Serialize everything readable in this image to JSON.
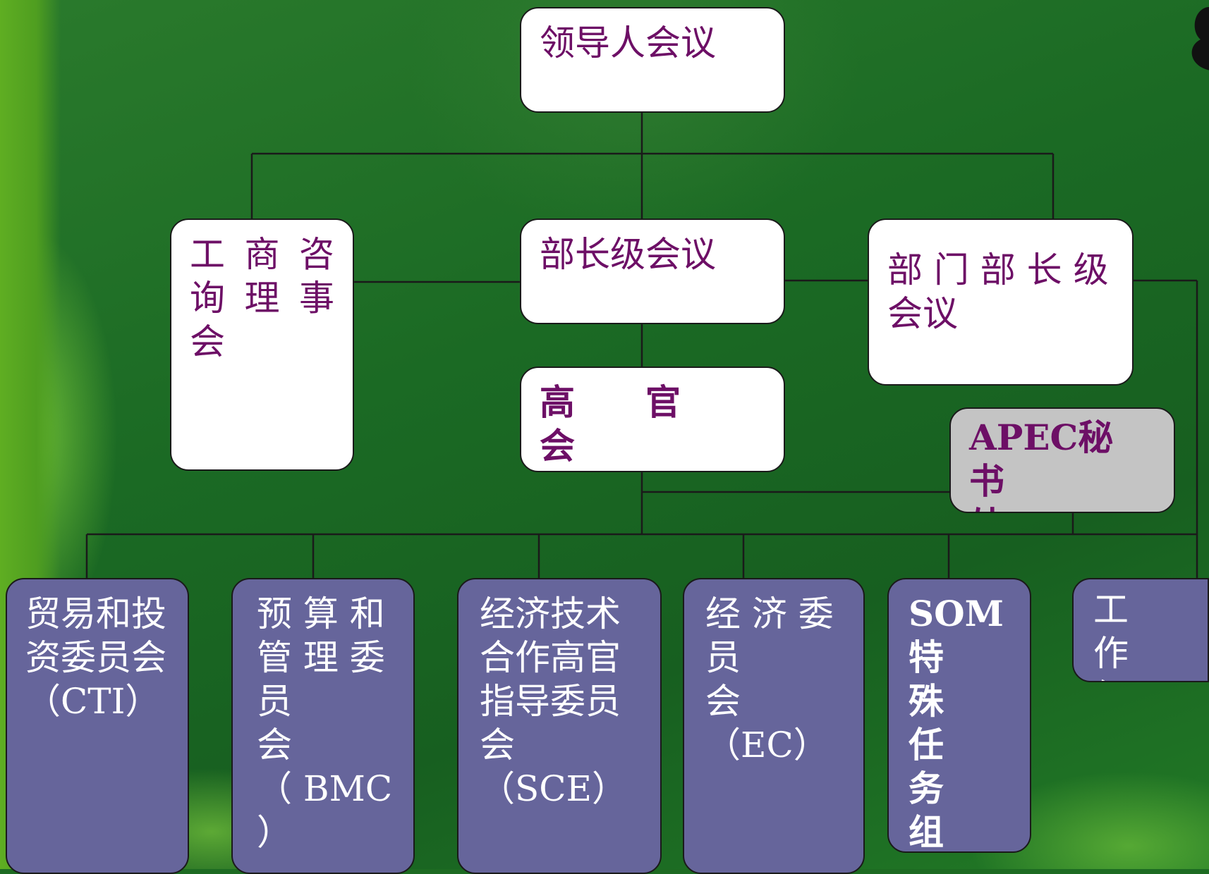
{
  "nodes": {
    "leaders": "领导人会议",
    "abac": "工 商 咨\n询 理 事\n会",
    "ministerial": "部长级会议",
    "sectoral": "部 门 部 长 级\n会议",
    "som": "高　　官　　会\n（SOM）",
    "secretariat": "APEC秘 书\n处",
    "cti": "贸易和投\n资委员会\n（CTI）",
    "bmc": "预 算 和\n管 理 委\n员　　会\n（ BMC\n）",
    "sce": "经济技术\n合作高官\n指导委员\n会\n（SCE）",
    "ec": "经 济 委\n员　　会\n（EC）",
    "som_taskforce": "SOM\n特　殊\n任　务\n组",
    "working_groups": "工　作\n组"
  },
  "colors": {
    "background": "#1d6b22",
    "box_white": "#ffffff",
    "box_grey": "#c4c4c4",
    "box_purple": "#66659b",
    "text_purple": "#6d0f66",
    "text_white": "#ffffff",
    "connector": "#1a1a1a"
  }
}
